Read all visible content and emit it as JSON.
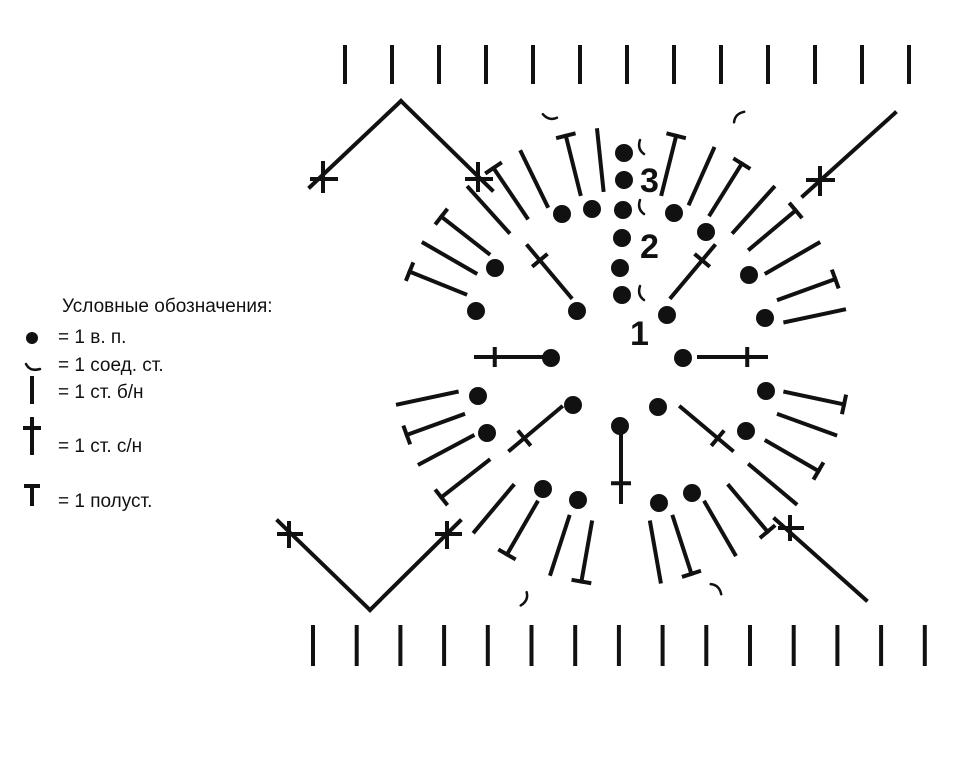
{
  "legend": {
    "title": "Условные обозначения:",
    "items": [
      {
        "icon": "chain-dot-icon",
        "label": "= 1 в. п."
      },
      {
        "icon": "slip-stitch-arc-icon",
        "label": "= 1 соед. ст."
      },
      {
        "icon": "single-crochet-bar-icon",
        "label": "= 1 ст. б/н"
      },
      {
        "icon": "double-crochet-icon",
        "label": "= 1 ст. с/н"
      },
      {
        "icon": "half-double-crochet-icon",
        "label": "= 1 полуст."
      }
    ]
  },
  "rows": [
    "1",
    "2",
    "3"
  ],
  "colors": {
    "ink": "#111111",
    "background": "#ffffff"
  }
}
